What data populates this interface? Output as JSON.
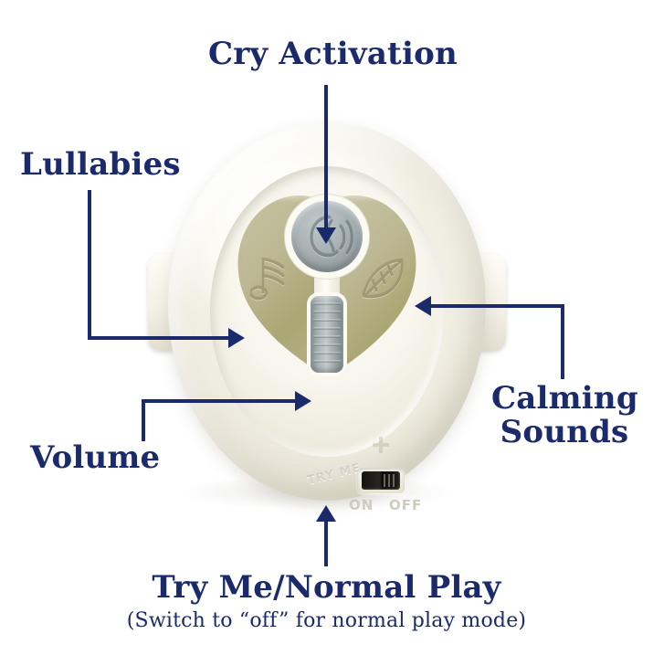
{
  "page": {
    "background_color": "#ffffff",
    "accent_color": "#1b2a6b",
    "title": "Baby soother control panel callout diagram"
  },
  "callouts": [
    {
      "id": "cry-activation",
      "label": "Cry Activation",
      "connector": "vertical-line-down-with-arrow",
      "points_to": "center-round-button"
    },
    {
      "id": "lullabies",
      "label": "Lullabies",
      "connector": "elbow-down-then-right-with-arrow",
      "points_to": "left-heart-half-music-note-button"
    },
    {
      "id": "volume",
      "label": "Volume",
      "connector": "elbow-up-then-right-with-arrow",
      "points_to": "vertical-volume-slider"
    },
    {
      "id": "calming-sounds",
      "label": "Calming Sounds",
      "label_line_1": "Calming",
      "label_line_2": "Sounds",
      "connector": "elbow-up-then-left-with-arrow",
      "points_to": "right-heart-half-leaf-button"
    },
    {
      "id": "try-me-normal-play",
      "label": "Try Me/Normal Play",
      "sublabel": "(Switch to “off” for normal play mode)",
      "connector": "vertical-line-up-with-arrow",
      "points_to": "bottom-toggle-switch"
    }
  ],
  "device": {
    "body_color": "#f2efe4",
    "button_color": "#b9b48f",
    "slider_color": "#a6b0b2",
    "switch_color": "#1a1813",
    "controls": {
      "cry_button": {
        "name": "cry-activation-button",
        "icon": "crying-baby-soundwave-icon"
      },
      "lullabies_button": {
        "name": "lullabies-button",
        "icon": "music-note-icon"
      },
      "calming_button": {
        "name": "calming-sounds-button",
        "icon": "leaf-icon"
      },
      "volume_slider": {
        "name": "volume-slider",
        "icon": "ridged-slider-icon"
      },
      "plus_mark": {
        "name": "plus-mark",
        "label": "+"
      },
      "toggle_switch": {
        "name": "try-me-toggle-switch"
      }
    },
    "embossed_text": {
      "on": "ON",
      "off": "OFF",
      "try_me": "TRY ME"
    }
  }
}
